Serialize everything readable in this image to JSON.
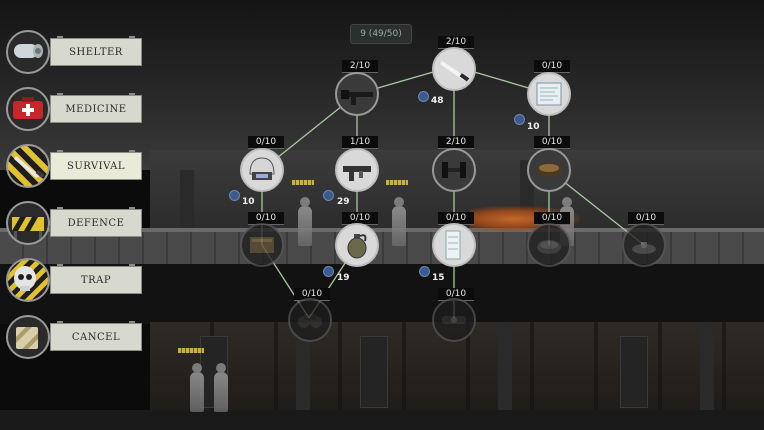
{
  "menu": {
    "items": [
      {
        "label": "SHELTER",
        "icon": "pipe-icon"
      },
      {
        "label": "MEDICINE",
        "icon": "medkit-icon"
      },
      {
        "label": "SURVIVAL",
        "icon": "knife-icon"
      },
      {
        "label": "DEFENCE",
        "icon": "barricade-icon"
      },
      {
        "label": "TRAP",
        "icon": "skull-icon"
      },
      {
        "label": "CANCEL",
        "icon": "cancel-icon"
      }
    ],
    "active": "SURVIVAL"
  },
  "resource_counter": "9 (49/50)",
  "tree": {
    "nodes": [
      {
        "id": "n-top",
        "count": "2/10",
        "icon": "knife-icon"
      },
      {
        "id": "n-l2",
        "count": "2/10",
        "icon": "rifle-icon"
      },
      {
        "id": "n-r2",
        "count": "0/10",
        "icon": "scroll-icon"
      },
      {
        "id": "n-a3",
        "count": "0/10",
        "icon": "helmet-icon"
      },
      {
        "id": "n-b3",
        "count": "1/10",
        "icon": "gun-icon"
      },
      {
        "id": "n-c3",
        "count": "2/10",
        "icon": "dumbbell-icon"
      },
      {
        "id": "n-d3",
        "count": "0/10",
        "icon": "bowl-icon"
      },
      {
        "id": "n-a4",
        "count": "0/10",
        "icon": "ammo-icon"
      },
      {
        "id": "n-b4",
        "count": "0/10",
        "icon": "grenade-icon"
      },
      {
        "id": "n-c4",
        "count": "0/10",
        "icon": "bandage-icon"
      },
      {
        "id": "n-d4",
        "count": "0/10",
        "icon": "food-icon"
      },
      {
        "id": "n-e4",
        "count": "0/10",
        "icon": "landmine-icon"
      },
      {
        "id": "n-b5",
        "count": "0/10",
        "icon": "binoculars-icon"
      },
      {
        "id": "n-c5",
        "count": "0/10",
        "icon": "scope-icon"
      }
    ],
    "costs": [
      {
        "value": "48"
      },
      {
        "value": "10"
      },
      {
        "value": "10"
      },
      {
        "value": "29"
      },
      {
        "value": "19"
      },
      {
        "value": "15"
      }
    ]
  },
  "colors": {
    "menu_label_bg": "#d7d9cf",
    "hazard_yellow": "#e1c22c",
    "cost_icon": "#3d5a8c",
    "tree_line": "#a8c8a0"
  }
}
